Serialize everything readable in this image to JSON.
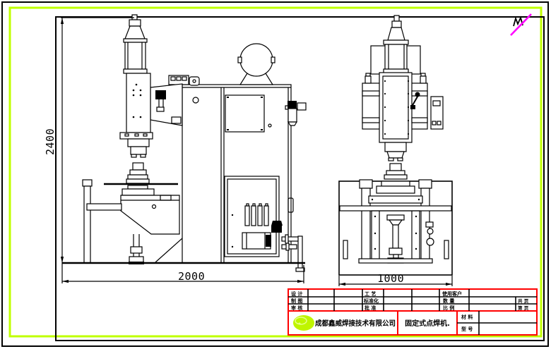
{
  "dimensions": {
    "height": "2400",
    "width": "2000",
    "depth": "1000"
  },
  "title_block": {
    "design": "设 计",
    "draft": "制 图",
    "audit": "审 核",
    "process": "工 艺",
    "standardization": "标准化",
    "approval": "批 准",
    "customer": "使用客户",
    "quantity": "数 量",
    "scale": "比 例",
    "total_pages": "共  页",
    "page_no": "第  页",
    "material": "材 料",
    "model": "型 号",
    "company": "成都鑫威焊接技术有限公司",
    "product": "固定式点焊机."
  },
  "colors": {
    "frame_green": "#bfff00",
    "table_red": "#ff0000",
    "revision_magenta": "#ff00ff"
  }
}
